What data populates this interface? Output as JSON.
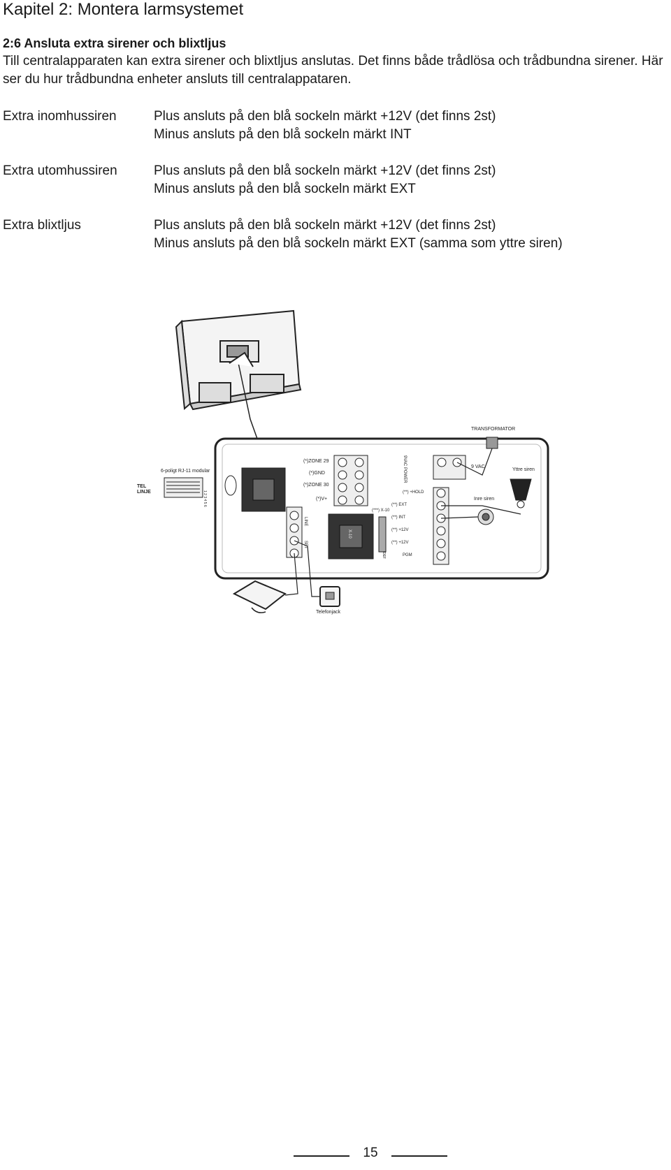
{
  "chapter_title": "Kapitel 2: Montera larmsystemet",
  "section": {
    "heading": "2:6 Ansluta extra sirener och blixtljus",
    "body": "Till centralapparaten kan extra sirener och blixtljus anslutas. Det finns både trådlösa och trådbundna sirener. Här ser du hur trådbundna enheter ansluts till centralappataren."
  },
  "wiring": [
    {
      "label": "Extra inomhussiren",
      "plus": "Plus ansluts på den blå sockeln märkt +12V (det finns 2st)",
      "minus": "Minus ansluts på den blå sockeln märkt INT"
    },
    {
      "label": "Extra utomhussiren",
      "plus": "Plus ansluts på den blå sockeln märkt +12V (det finns 2st)",
      "minus": "Minus ansluts på den blå sockeln märkt EXT"
    },
    {
      "label": "Extra blixtljus",
      "plus": "Plus ansluts på den blå sockeln märkt +12V (det finns 2st)",
      "minus": "Minus ansluts på den blå sockeln märkt EXT (samma som yttre siren)"
    }
  ],
  "diagram": {
    "transformator": "TRANSFORMATOR",
    "rj11": "6-poligt RJ-11 modular",
    "tel": "TEL",
    "linje": "LINJE",
    "pins": "1 2 3 4 5 6",
    "zone29": "(*)ZONE 29",
    "gnd": "(*)GND",
    "zone30": "(*)ZONE 30",
    "vplus": "(*)V+",
    "vac_power": "9VAC POWER",
    "vac": "9 VAC",
    "hold": "(**) +HOLD",
    "ext": "(**) EXT",
    "int": "(**) INT",
    "p12a": "(**) +12V",
    "p12b": "(**) +12V",
    "pgm": "PGM",
    "x10": "(***) X-10",
    "x10_chip": "X-10",
    "line": "LINE",
    "set": "SET",
    "def": "DEF",
    "yttre": "Yttre siren",
    "inre": "Inre siren",
    "telefonjack": "Telefonjack"
  },
  "page_number": "15"
}
